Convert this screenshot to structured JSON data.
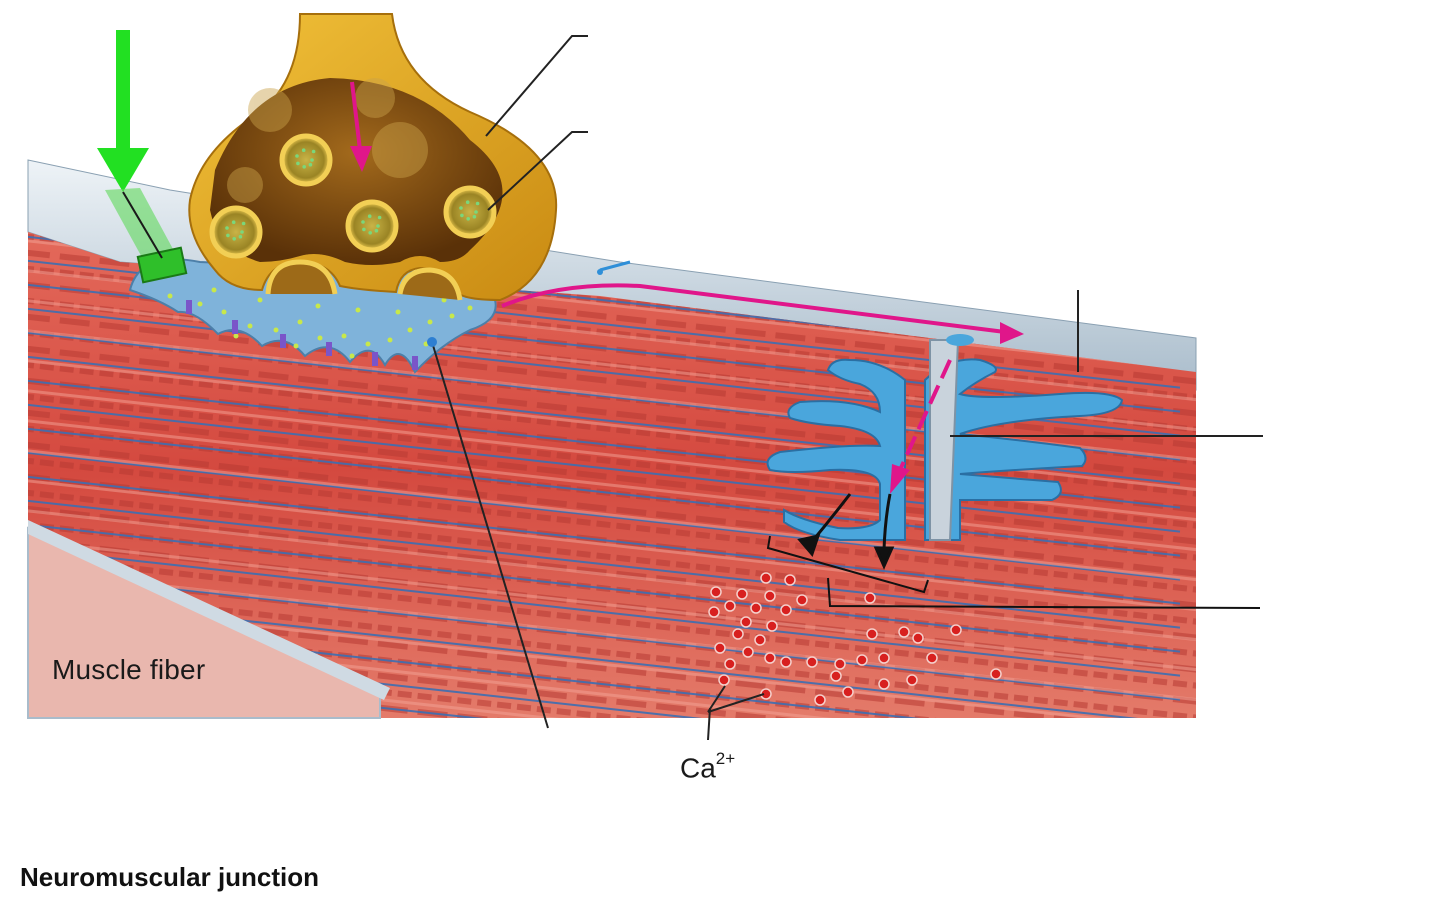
{
  "labels": {
    "muscle_fiber": "Muscle fiber",
    "ion_base": "Ca",
    "ion_charge": "2+",
    "caption": "Neuromuscular junction"
  },
  "colors": {
    "muscle_red": "#d9584c",
    "muscle_stripe": "#b83b34",
    "t_tubule_blue": "#3d8fd1",
    "reticulum_blue": "#4aa6dc",
    "terminal_gold": "#e1a81e",
    "terminal_cavity": "#7a4a12",
    "signal_magenta": "#e0168a",
    "stimulus_green": "#22e022",
    "calcium_red": "#d8201f",
    "leader_line": "#222222"
  },
  "icons": {
    "stimulus": "green-down-arrow",
    "signal_path": "magenta-arrow"
  }
}
